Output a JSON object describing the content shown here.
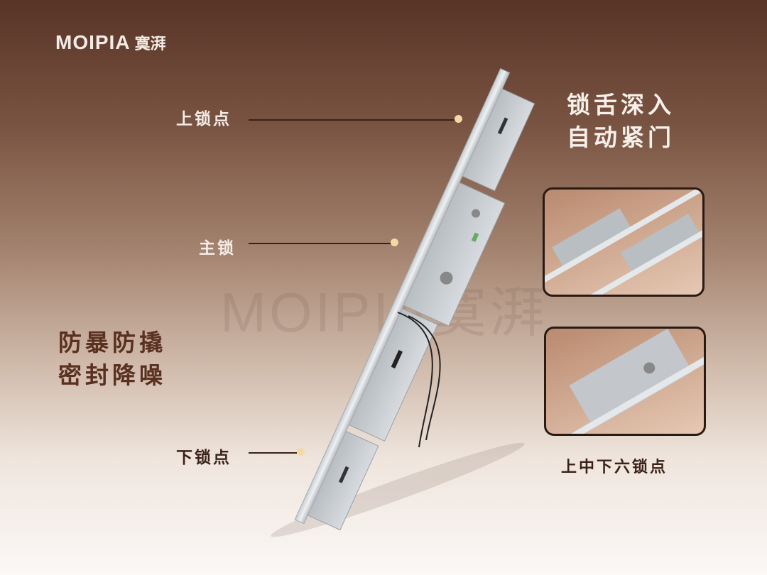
{
  "brand": {
    "name_en": "MOIPIA",
    "name_cn": "寞湃"
  },
  "watermark": "MOIPIA寞湃",
  "callouts": {
    "upper": "上锁点",
    "main": "主锁",
    "lower": "下锁点"
  },
  "headline_right": [
    "锁舌深入",
    "自动紧门"
  ],
  "headline_left": [
    "防暴防撬",
    "密封降噪"
  ],
  "inset_caption": "上中下六锁点",
  "colors": {
    "light_text": "#f3ece6",
    "dark_text": "#5a3020",
    "dot": "#f2d9a6"
  }
}
